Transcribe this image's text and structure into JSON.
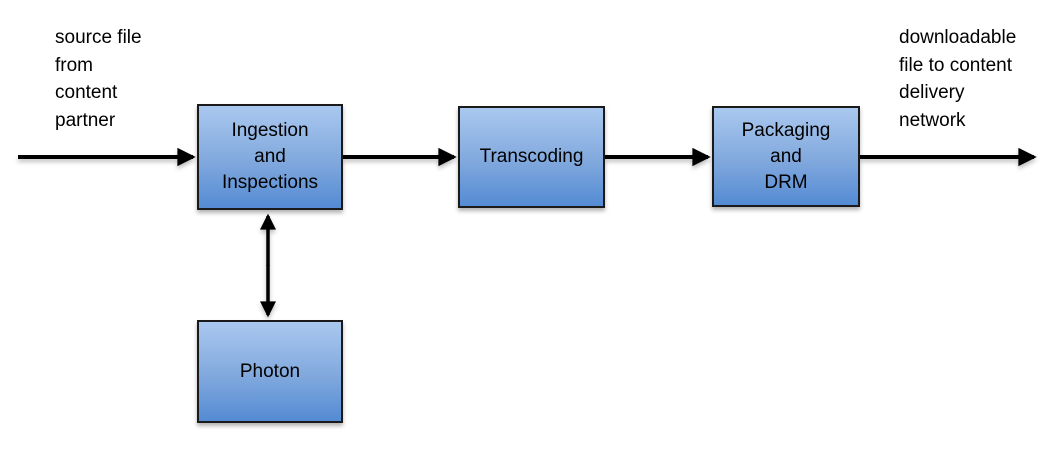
{
  "diagram": {
    "description": "Content processing pipeline flow diagram",
    "colors": {
      "background": "#ffffff",
      "node_fill_top": "#a9c8ef",
      "node_fill_bottom": "#548bd3",
      "node_border": "#1a1a1a",
      "arrow": "#000000",
      "text": "#000000"
    },
    "nodes": [
      {
        "id": "ingestion",
        "label": "Ingestion\nand\nInspections"
      },
      {
        "id": "transcoding",
        "label": "Transcoding"
      },
      {
        "id": "packaging",
        "label": "Packaging\nand\nDRM"
      },
      {
        "id": "photon",
        "label": "Photon"
      }
    ],
    "annotations": [
      {
        "id": "source",
        "label": "source file\nfrom\ncontent\npartner"
      },
      {
        "id": "destination",
        "label": "downloadable\nfile to content\ndelivery\nnetwork"
      }
    ],
    "edges": [
      {
        "from": "source-file-input",
        "to": "ingestion",
        "direction": "right"
      },
      {
        "from": "ingestion",
        "to": "transcoding",
        "direction": "right"
      },
      {
        "from": "transcoding",
        "to": "packaging",
        "direction": "right"
      },
      {
        "from": "packaging",
        "to": "cdn-output",
        "direction": "right"
      },
      {
        "from": "ingestion",
        "to": "photon",
        "direction": "both"
      }
    ]
  }
}
